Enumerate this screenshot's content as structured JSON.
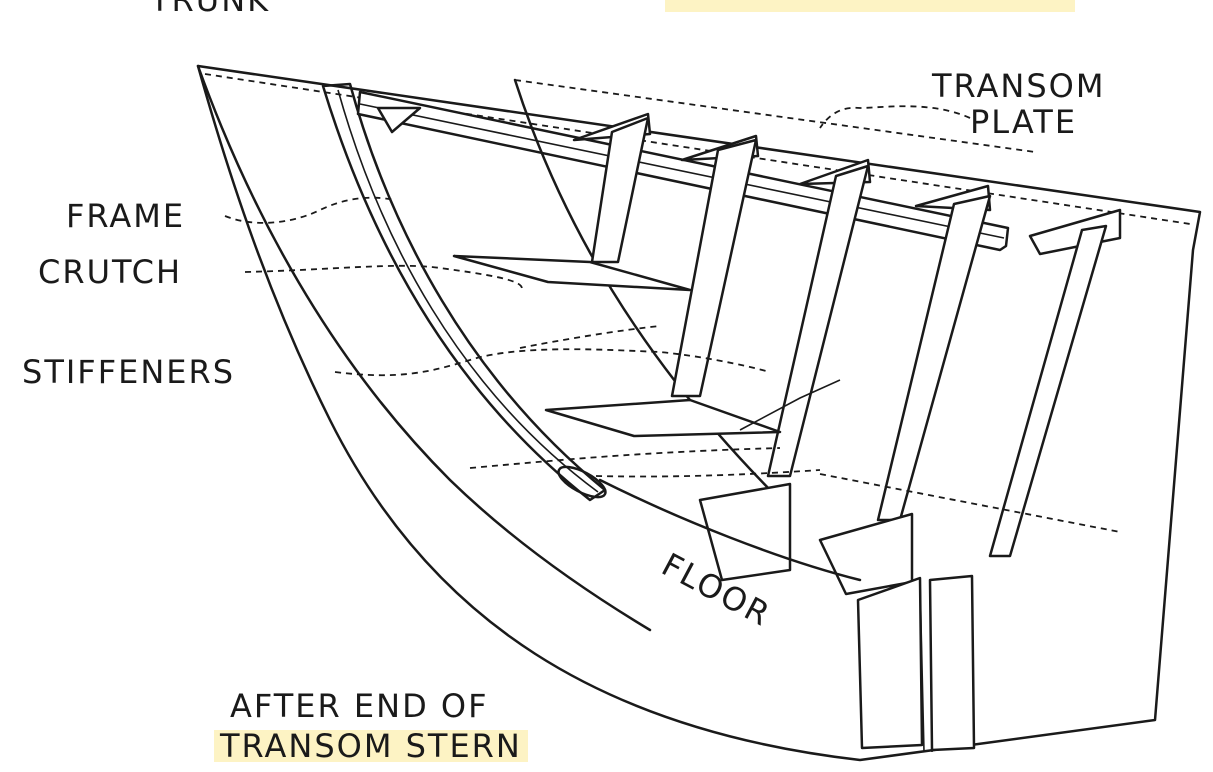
{
  "labels": {
    "top_cut": "TRUNK",
    "transom_plate": [
      "TRANSOM",
      "PLATE"
    ],
    "frame": "FRAME",
    "crutch": "CRUTCH",
    "stiffeners": "STIFFENERS",
    "floor": "FLOOR",
    "caption": [
      "AFTER END OF",
      "TRANSOM STERN"
    ]
  },
  "colors": {
    "ink": "#1a1a1a",
    "highlight": "#fdf3c4"
  }
}
